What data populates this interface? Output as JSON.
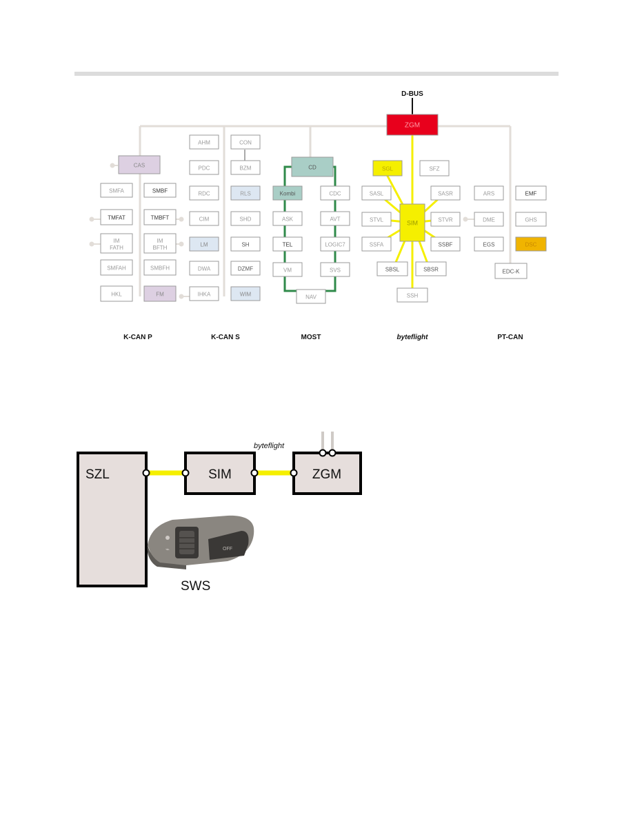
{
  "network_diagram": {
    "dbus_label": "D-BUS",
    "bus_labels": [
      {
        "id": "kcanp",
        "text": "K-CAN P",
        "italic": false
      },
      {
        "id": "kcans",
        "text": "K-CAN S",
        "italic": false
      },
      {
        "id": "most",
        "text": "MOST",
        "italic": false
      },
      {
        "id": "byteflight",
        "text": "byteflight",
        "italic": true
      },
      {
        "id": "ptcan",
        "text": "PT-CAN",
        "italic": false
      }
    ],
    "modules": [
      {
        "id": "zgm",
        "label": "ZGM",
        "fill": "#e8001c",
        "text_color": "#ff9aa6"
      },
      {
        "id": "cas",
        "label": "CAS",
        "fill": "#ddd0e2",
        "text_color": "#888888"
      },
      {
        "id": "smfa",
        "label": "SMFA",
        "fill": "#ffffff",
        "text_color": "#9a9a9a"
      },
      {
        "id": "smbf",
        "label": "SMBF",
        "fill": "#ffffff",
        "text_color": "#333333"
      },
      {
        "id": "tmfat",
        "label": "TMFAT",
        "fill": "#ffffff",
        "text_color": "#333333"
      },
      {
        "id": "tmbft",
        "label": "TMBFT",
        "fill": "#ffffff",
        "text_color": "#333333"
      },
      {
        "id": "imfath",
        "label": "IM FATH",
        "fill": "#ffffff",
        "text_color": "#9a9a9a"
      },
      {
        "id": "imbfth",
        "label": "IM BFTH",
        "fill": "#ffffff",
        "text_color": "#9a9a9a"
      },
      {
        "id": "smfah",
        "label": "SMFAH",
        "fill": "#ffffff",
        "text_color": "#9a9a9a"
      },
      {
        "id": "smbfh",
        "label": "SMBFH",
        "fill": "#ffffff",
        "text_color": "#9a9a9a"
      },
      {
        "id": "hkl",
        "label": "HKL",
        "fill": "#ffffff",
        "text_color": "#9a9a9a"
      },
      {
        "id": "fm",
        "label": "FM",
        "fill": "#ddd0e2",
        "text_color": "#888888"
      },
      {
        "id": "ahm",
        "label": "AHM",
        "fill": "#ffffff",
        "text_color": "#9a9a9a"
      },
      {
        "id": "con",
        "label": "CON",
        "fill": "#ffffff",
        "text_color": "#9a9a9a"
      },
      {
        "id": "pdc",
        "label": "PDC",
        "fill": "#ffffff",
        "text_color": "#9a9a9a"
      },
      {
        "id": "bzm",
        "label": "BZM",
        "fill": "#ffffff",
        "text_color": "#9a9a9a"
      },
      {
        "id": "rdc",
        "label": "RDC",
        "fill": "#ffffff",
        "text_color": "#9a9a9a"
      },
      {
        "id": "rls",
        "label": "RLS",
        "fill": "#dde7f2",
        "text_color": "#9a9a9a"
      },
      {
        "id": "cim",
        "label": "CIM",
        "fill": "#ffffff",
        "text_color": "#9a9a9a"
      },
      {
        "id": "shd",
        "label": "SHD",
        "fill": "#ffffff",
        "text_color": "#9a9a9a"
      },
      {
        "id": "lm",
        "label": "LM",
        "fill": "#dde7f2",
        "text_color": "#888888"
      },
      {
        "id": "sh",
        "label": "SH",
        "fill": "#ffffff",
        "text_color": "#555555"
      },
      {
        "id": "dwa",
        "label": "DWA",
        "fill": "#ffffff",
        "text_color": "#9a9a9a"
      },
      {
        "id": "dzmf",
        "label": "DZMF",
        "fill": "#ffffff",
        "text_color": "#555555"
      },
      {
        "id": "ihka",
        "label": "IHKA",
        "fill": "#ffffff",
        "text_color": "#9a9a9a"
      },
      {
        "id": "wim",
        "label": "WIM",
        "fill": "#dde7f2",
        "text_color": "#888888"
      },
      {
        "id": "cd",
        "label": "CD",
        "fill": "#a9cec6",
        "text_color": "#555555"
      },
      {
        "id": "kombi",
        "label": "Kombi",
        "fill": "#a9cec6",
        "text_color": "#555555"
      },
      {
        "id": "cdc",
        "label": "CDC",
        "fill": "#ffffff",
        "text_color": "#9a9a9a"
      },
      {
        "id": "ask",
        "label": "ASK",
        "fill": "#ffffff",
        "text_color": "#9a9a9a"
      },
      {
        "id": "avt",
        "label": "AVT",
        "fill": "#ffffff",
        "text_color": "#9a9a9a"
      },
      {
        "id": "tel",
        "label": "TEL",
        "fill": "#ffffff",
        "text_color": "#333333"
      },
      {
        "id": "logic7",
        "label": "LOGIC7",
        "fill": "#ffffff",
        "text_color": "#9a9a9a"
      },
      {
        "id": "vm",
        "label": "VM",
        "fill": "#ffffff",
        "text_color": "#9a9a9a"
      },
      {
        "id": "svs",
        "label": "SVS",
        "fill": "#ffffff",
        "text_color": "#9a9a9a"
      },
      {
        "id": "nav",
        "label": "NAV",
        "fill": "#ffffff",
        "text_color": "#9a9a9a"
      },
      {
        "id": "sgl",
        "label": "SGL",
        "fill": "#f5ef00",
        "text_color": "#b8a800"
      },
      {
        "id": "sfz",
        "label": "SFZ",
        "fill": "#ffffff",
        "text_color": "#9a9a9a"
      },
      {
        "id": "sasl",
        "label": "SASL",
        "fill": "#ffffff",
        "text_color": "#9a9a9a"
      },
      {
        "id": "sasr",
        "label": "SASR",
        "fill": "#ffffff",
        "text_color": "#9a9a9a"
      },
      {
        "id": "stvl",
        "label": "STVL",
        "fill": "#ffffff",
        "text_color": "#9a9a9a"
      },
      {
        "id": "sim",
        "label": "SIM",
        "fill": "#f5ef00",
        "text_color": "#9a9a00"
      },
      {
        "id": "stvr",
        "label": "STVR",
        "fill": "#ffffff",
        "text_color": "#9a9a9a"
      },
      {
        "id": "ssfa",
        "label": "SSFA",
        "fill": "#ffffff",
        "text_color": "#9a9a9a"
      },
      {
        "id": "ssbf",
        "label": "SSBF",
        "fill": "#ffffff",
        "text_color": "#555555"
      },
      {
        "id": "sbsl",
        "label": "SBSL",
        "fill": "#ffffff",
        "text_color": "#555555"
      },
      {
        "id": "sbsr",
        "label": "SBSR",
        "fill": "#ffffff",
        "text_color": "#555555"
      },
      {
        "id": "ssh",
        "label": "SSH",
        "fill": "#ffffff",
        "text_color": "#9a9a9a"
      },
      {
        "id": "ars",
        "label": "ARS",
        "fill": "#ffffff",
        "text_color": "#9a9a9a"
      },
      {
        "id": "emf",
        "label": "EMF",
        "fill": "#ffffff",
        "text_color": "#333333"
      },
      {
        "id": "dme",
        "label": "DME",
        "fill": "#ffffff",
        "text_color": "#9a9a9a"
      },
      {
        "id": "ghs",
        "label": "GHS",
        "fill": "#ffffff",
        "text_color": "#9a9a9a"
      },
      {
        "id": "egs",
        "label": "EGS",
        "fill": "#ffffff",
        "text_color": "#555555"
      },
      {
        "id": "dsc",
        "label": "DSC",
        "fill": "#f0b400",
        "text_color": "#c98800"
      },
      {
        "id": "edck",
        "label": "EDC-K",
        "fill": "#ffffff",
        "text_color": "#555555"
      }
    ]
  },
  "sws_diagram": {
    "szl_label": "SZL",
    "sim_label": "SIM",
    "zgm_label": "ZGM",
    "bus_label": "byteflight",
    "sws_label": "SWS",
    "switch_off_label": "OFF"
  },
  "colors": {
    "bus_gray": "#e2ddd8",
    "most_green": "#2f8a4a",
    "byteflight_yellow": "#f5ef00",
    "box_fill": "#e6dedc"
  }
}
